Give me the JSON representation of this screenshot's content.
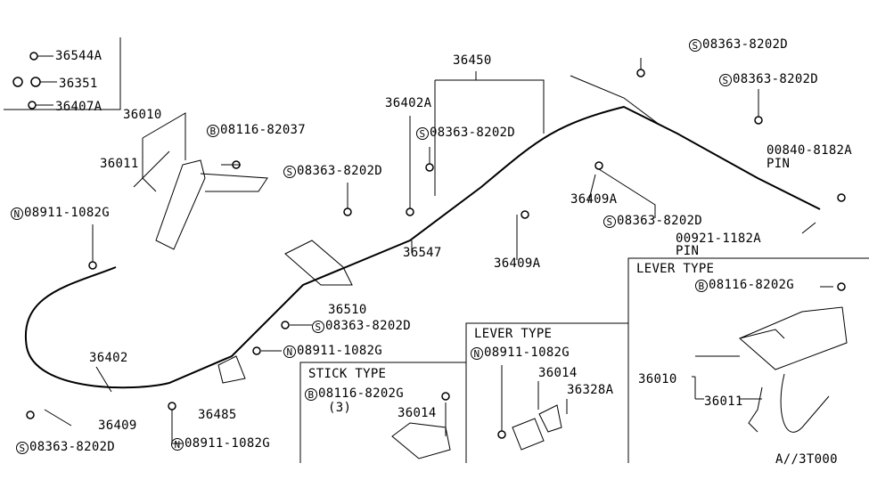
{
  "labels": [
    {
      "text": "36544A"
    },
    {
      "text": "36351"
    },
    {
      "text": "36407A"
    },
    {
      "text": "36010"
    },
    {
      "prefix": "B",
      "text": "08116-82037"
    },
    {
      "text": "36011"
    },
    {
      "prefix": "S",
      "text": "08363-8202D"
    },
    {
      "prefix": "N",
      "text": "08911-1082G"
    },
    {
      "text": "36450"
    },
    {
      "text": "36402A"
    },
    {
      "prefix": "S",
      "text": "08363-8202D"
    },
    {
      "prefix": "S",
      "text": "08363-8202D"
    },
    {
      "prefix": "S",
      "text": "08363-8202D"
    },
    {
      "text": "00840-8182A"
    },
    {
      "text": "PIN"
    },
    {
      "text": "36409A"
    },
    {
      "prefix": "S",
      "text": "08363-8202D"
    },
    {
      "text": "00921-1182A"
    },
    {
      "text": "PIN"
    },
    {
      "text": "36547"
    },
    {
      "text": "36409A"
    },
    {
      "text": "36510"
    },
    {
      "prefix": "S",
      "text": "08363-8202D"
    },
    {
      "prefix": "N",
      "text": "08911-1082G"
    },
    {
      "text": "36402"
    },
    {
      "text": "36485"
    },
    {
      "text": "36409"
    },
    {
      "prefix": "S",
      "text": "08363-8202D"
    },
    {
      "prefix": "N",
      "text": "08911-1082G"
    },
    {
      "text": "STICK TYPE"
    },
    {
      "prefix": "B",
      "text": "08116-8202G"
    },
    {
      "text": "(3)"
    },
    {
      "text": "36014"
    },
    {
      "text": "LEVER TYPE"
    },
    {
      "prefix": "N",
      "text": "08911-1082G"
    },
    {
      "text": "36014"
    },
    {
      "text": "36328A"
    },
    {
      "text": "LEVER TYPE"
    },
    {
      "prefix": "B",
      "text": "08116-8202G"
    },
    {
      "text": "36010"
    },
    {
      "text": "36011"
    },
    {
      "text": "A//3T000"
    }
  ]
}
